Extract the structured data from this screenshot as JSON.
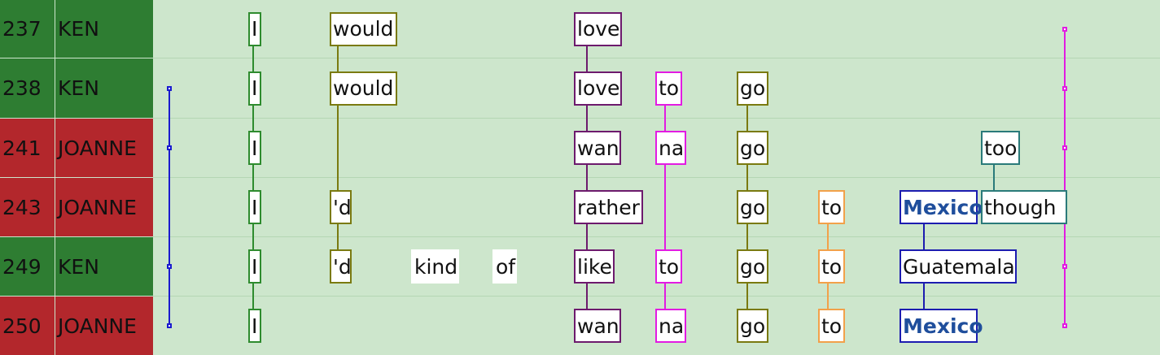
{
  "colors": {
    "background": "#cde6cc",
    "ken_speaker_bg": "#2e7d32",
    "joanne_speaker_bg": "#b3272c",
    "blue": "#1a1acf",
    "green": "#2e8b2e",
    "olive": "#7a7a10",
    "purple": "#6d1a6d",
    "magenta": "#e21be2",
    "orange": "#f2a14a",
    "teal": "#2a7a7a",
    "navy": "#1c1cb0"
  },
  "rows": [
    {
      "id": "237",
      "speaker": "KEN"
    },
    {
      "id": "238",
      "speaker": "KEN"
    },
    {
      "id": "241",
      "speaker": "JOANNE"
    },
    {
      "id": "243",
      "speaker": "JOANNE"
    },
    {
      "id": "249",
      "speaker": "KEN"
    },
    {
      "id": "250",
      "speaker": "JOANNE"
    }
  ],
  "tokens": [
    {
      "row": 0,
      "text": "I",
      "color": "green"
    },
    {
      "row": 0,
      "text": "would",
      "color": "olive"
    },
    {
      "row": 0,
      "text": "love",
      "color": "purple"
    },
    {
      "row": 1,
      "text": "I",
      "color": "green"
    },
    {
      "row": 1,
      "text": "would",
      "color": "olive"
    },
    {
      "row": 1,
      "text": "love",
      "color": "purple"
    },
    {
      "row": 1,
      "text": "to",
      "color": "magenta"
    },
    {
      "row": 1,
      "text": "go",
      "color": "olive"
    },
    {
      "row": 2,
      "text": "I",
      "color": "green"
    },
    {
      "row": 2,
      "text": "wan",
      "color": "purple"
    },
    {
      "row": 2,
      "text": "na",
      "color": "magenta"
    },
    {
      "row": 2,
      "text": "go",
      "color": "olive"
    },
    {
      "row": 2,
      "text": "too",
      "color": "teal"
    },
    {
      "row": 3,
      "text": "I",
      "color": "green"
    },
    {
      "row": 3,
      "text": "'d",
      "color": "olive"
    },
    {
      "row": 3,
      "text": "rather",
      "color": "purple"
    },
    {
      "row": 3,
      "text": "go",
      "color": "olive"
    },
    {
      "row": 3,
      "text": "to",
      "color": "orange"
    },
    {
      "row": 3,
      "text": "Mexico",
      "color": "navy",
      "bold": true
    },
    {
      "row": 3,
      "text": "though",
      "color": "teal"
    },
    {
      "row": 4,
      "text": "I",
      "color": "green"
    },
    {
      "row": 4,
      "text": "'d",
      "color": "olive"
    },
    {
      "row": 4,
      "text": "kind",
      "color": "none"
    },
    {
      "row": 4,
      "text": "of",
      "color": "none"
    },
    {
      "row": 4,
      "text": "like",
      "color": "purple"
    },
    {
      "row": 4,
      "text": "to",
      "color": "magenta"
    },
    {
      "row": 4,
      "text": "go",
      "color": "olive"
    },
    {
      "row": 4,
      "text": "to",
      "color": "orange"
    },
    {
      "row": 4,
      "text": "Guatemala",
      "color": "navy"
    },
    {
      "row": 5,
      "text": "I",
      "color": "green"
    },
    {
      "row": 5,
      "text": "wan",
      "color": "purple"
    },
    {
      "row": 5,
      "text": "na",
      "color": "magenta"
    },
    {
      "row": 5,
      "text": "go",
      "color": "olive"
    },
    {
      "row": 5,
      "text": "to",
      "color": "orange"
    },
    {
      "row": 5,
      "text": "Mexico",
      "color": "navy",
      "bold": true
    }
  ]
}
